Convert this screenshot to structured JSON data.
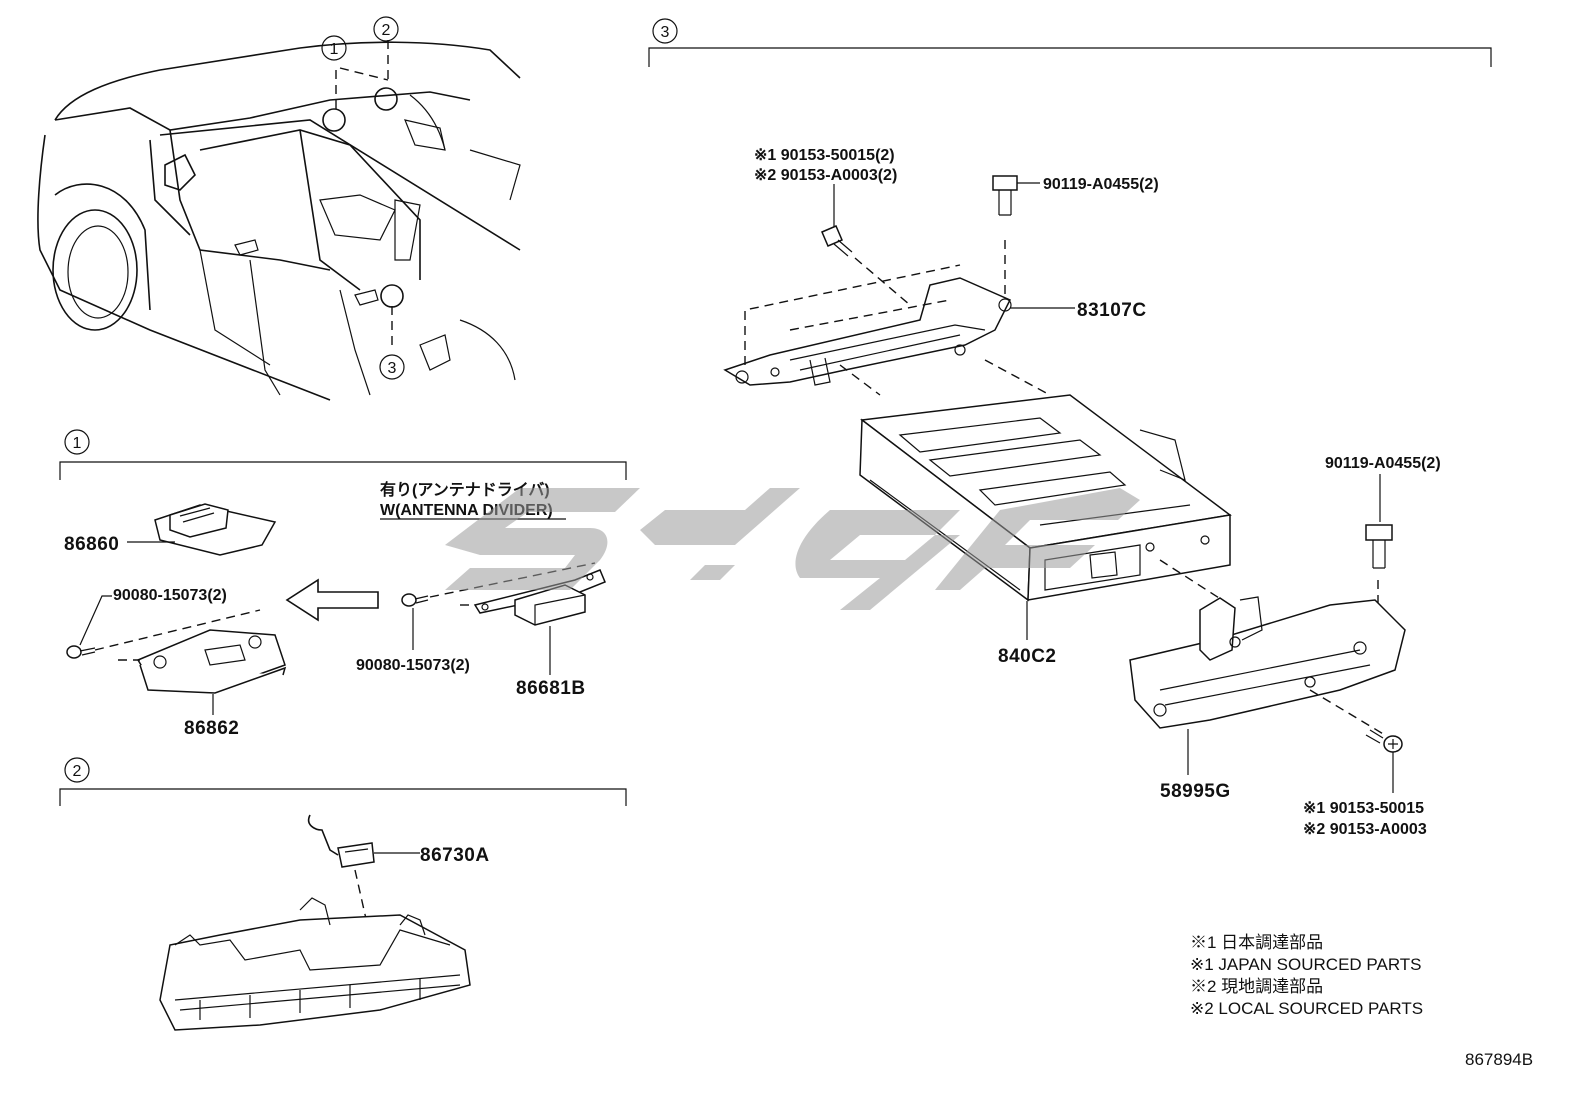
{
  "sections": [
    {
      "id": "1",
      "label": "1"
    },
    {
      "id": "2",
      "label": "2"
    },
    {
      "id": "3",
      "label": "3"
    }
  ],
  "overview": {
    "callouts": [
      "1",
      "2",
      "3"
    ]
  },
  "section1": {
    "note_jp": "有り(アンテナドライバ)",
    "note_en": "W(ANTENNA DIVIDER)",
    "parts": {
      "p86860": "86860",
      "p90080_left": "90080-15073(2)",
      "p86862": "86862",
      "p90080_right": "90080-15073(2)",
      "p86681B": "86681B"
    }
  },
  "section2": {
    "parts": {
      "p86730A": "86730A"
    }
  },
  "section3": {
    "parts": {
      "p90153_a1": "※1 90153-50015(2)",
      "p90153_a2": "※2 90153-A0003(2)",
      "p90119_top": "90119-A0455(2)",
      "p83107C": "83107C",
      "p840C2": "840C2",
      "p90119_right": "90119-A0455(2)",
      "p58995G": "58995G",
      "p90153_b1": "※1 90153-50015",
      "p90153_b2": "※2 90153-A0003"
    }
  },
  "legend": [
    "※1 日本調達部品",
    "※1 JAPAN SOURCED PARTS",
    "※2 現地調達部品",
    "※2 LOCAL SOURCED PARTS"
  ],
  "footer": {
    "code": "867894B"
  },
  "colors": {
    "line": "#111111",
    "background": "#ffffff",
    "watermark": "#9a9a9a"
  }
}
